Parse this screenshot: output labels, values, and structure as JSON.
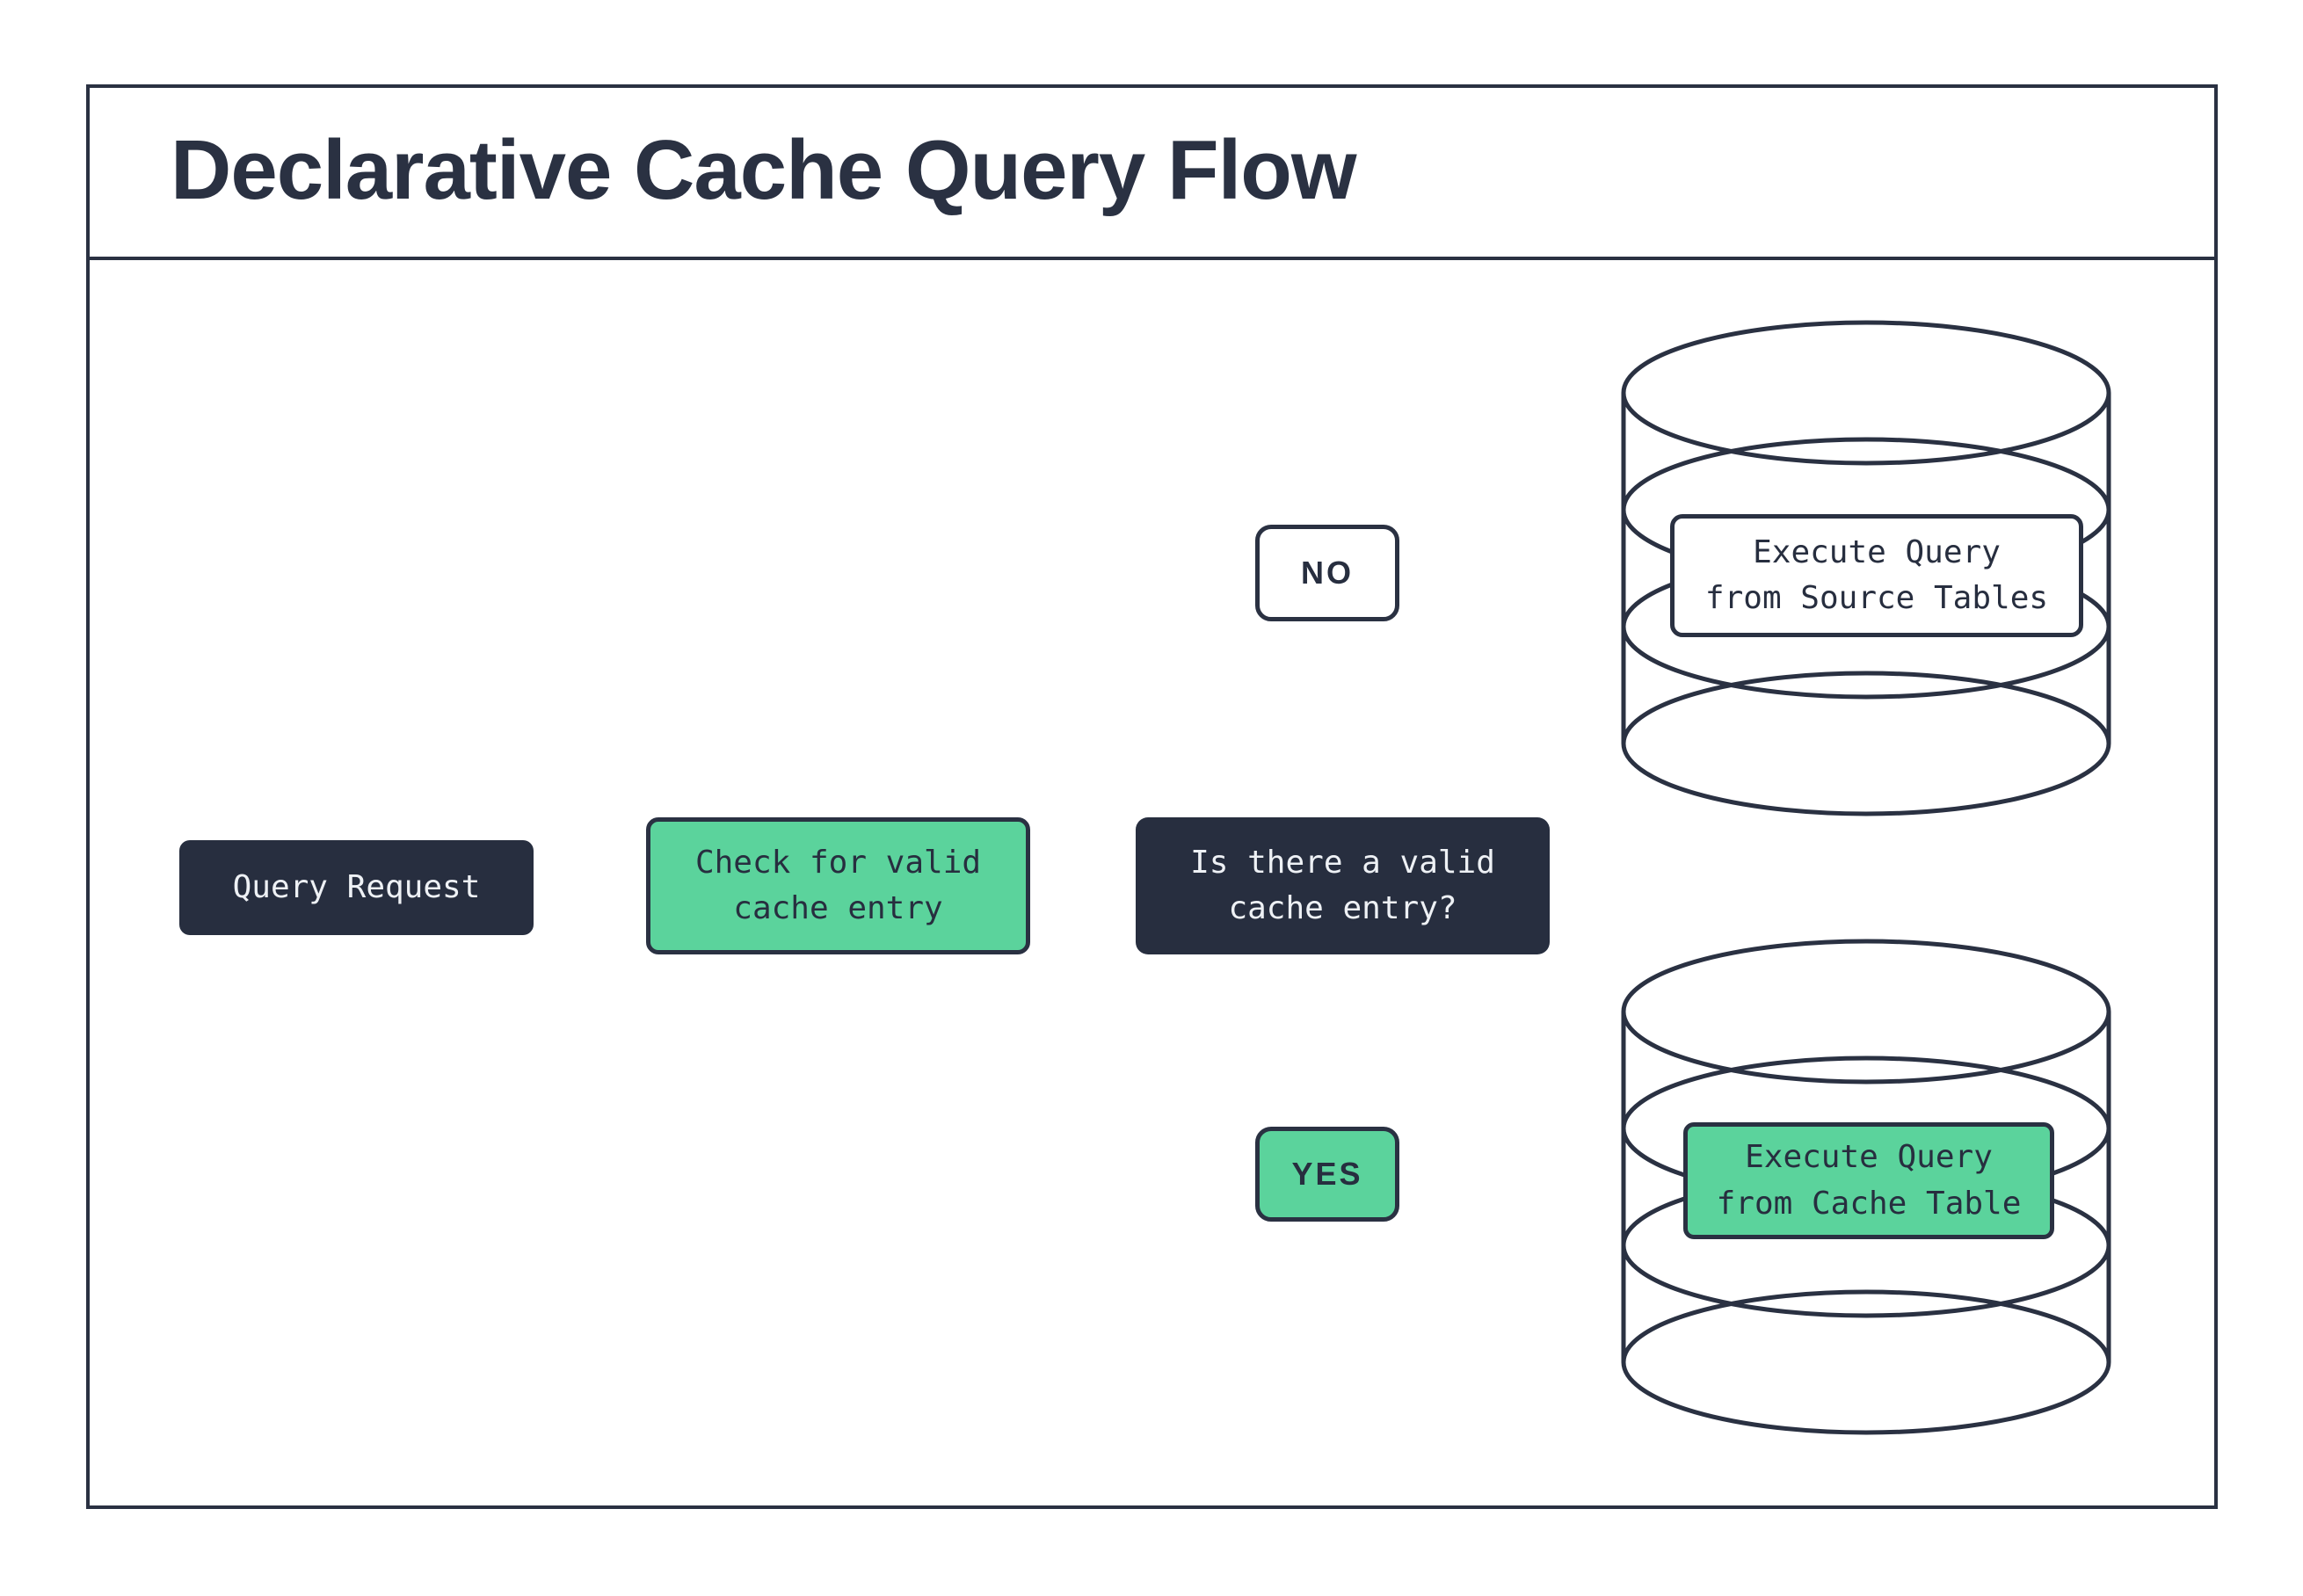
{
  "title": "Declarative Cache Query Flow",
  "colors": {
    "dark_navy": "#2a3142",
    "dark_fill": "#272e3f",
    "green": "#5bd39c",
    "light_text": "#eef1f5",
    "background": "#ffffff"
  },
  "nodes": {
    "query_request": "Query Request",
    "check_cache": "Check for valid\ncache entry",
    "question": "Is there a valid\ncache entry?",
    "no_label": "NO",
    "yes_label": "YES",
    "execute_source": "Execute Query\nfrom Source Tables",
    "execute_cache": "Execute Query\nfrom Cache Table"
  }
}
